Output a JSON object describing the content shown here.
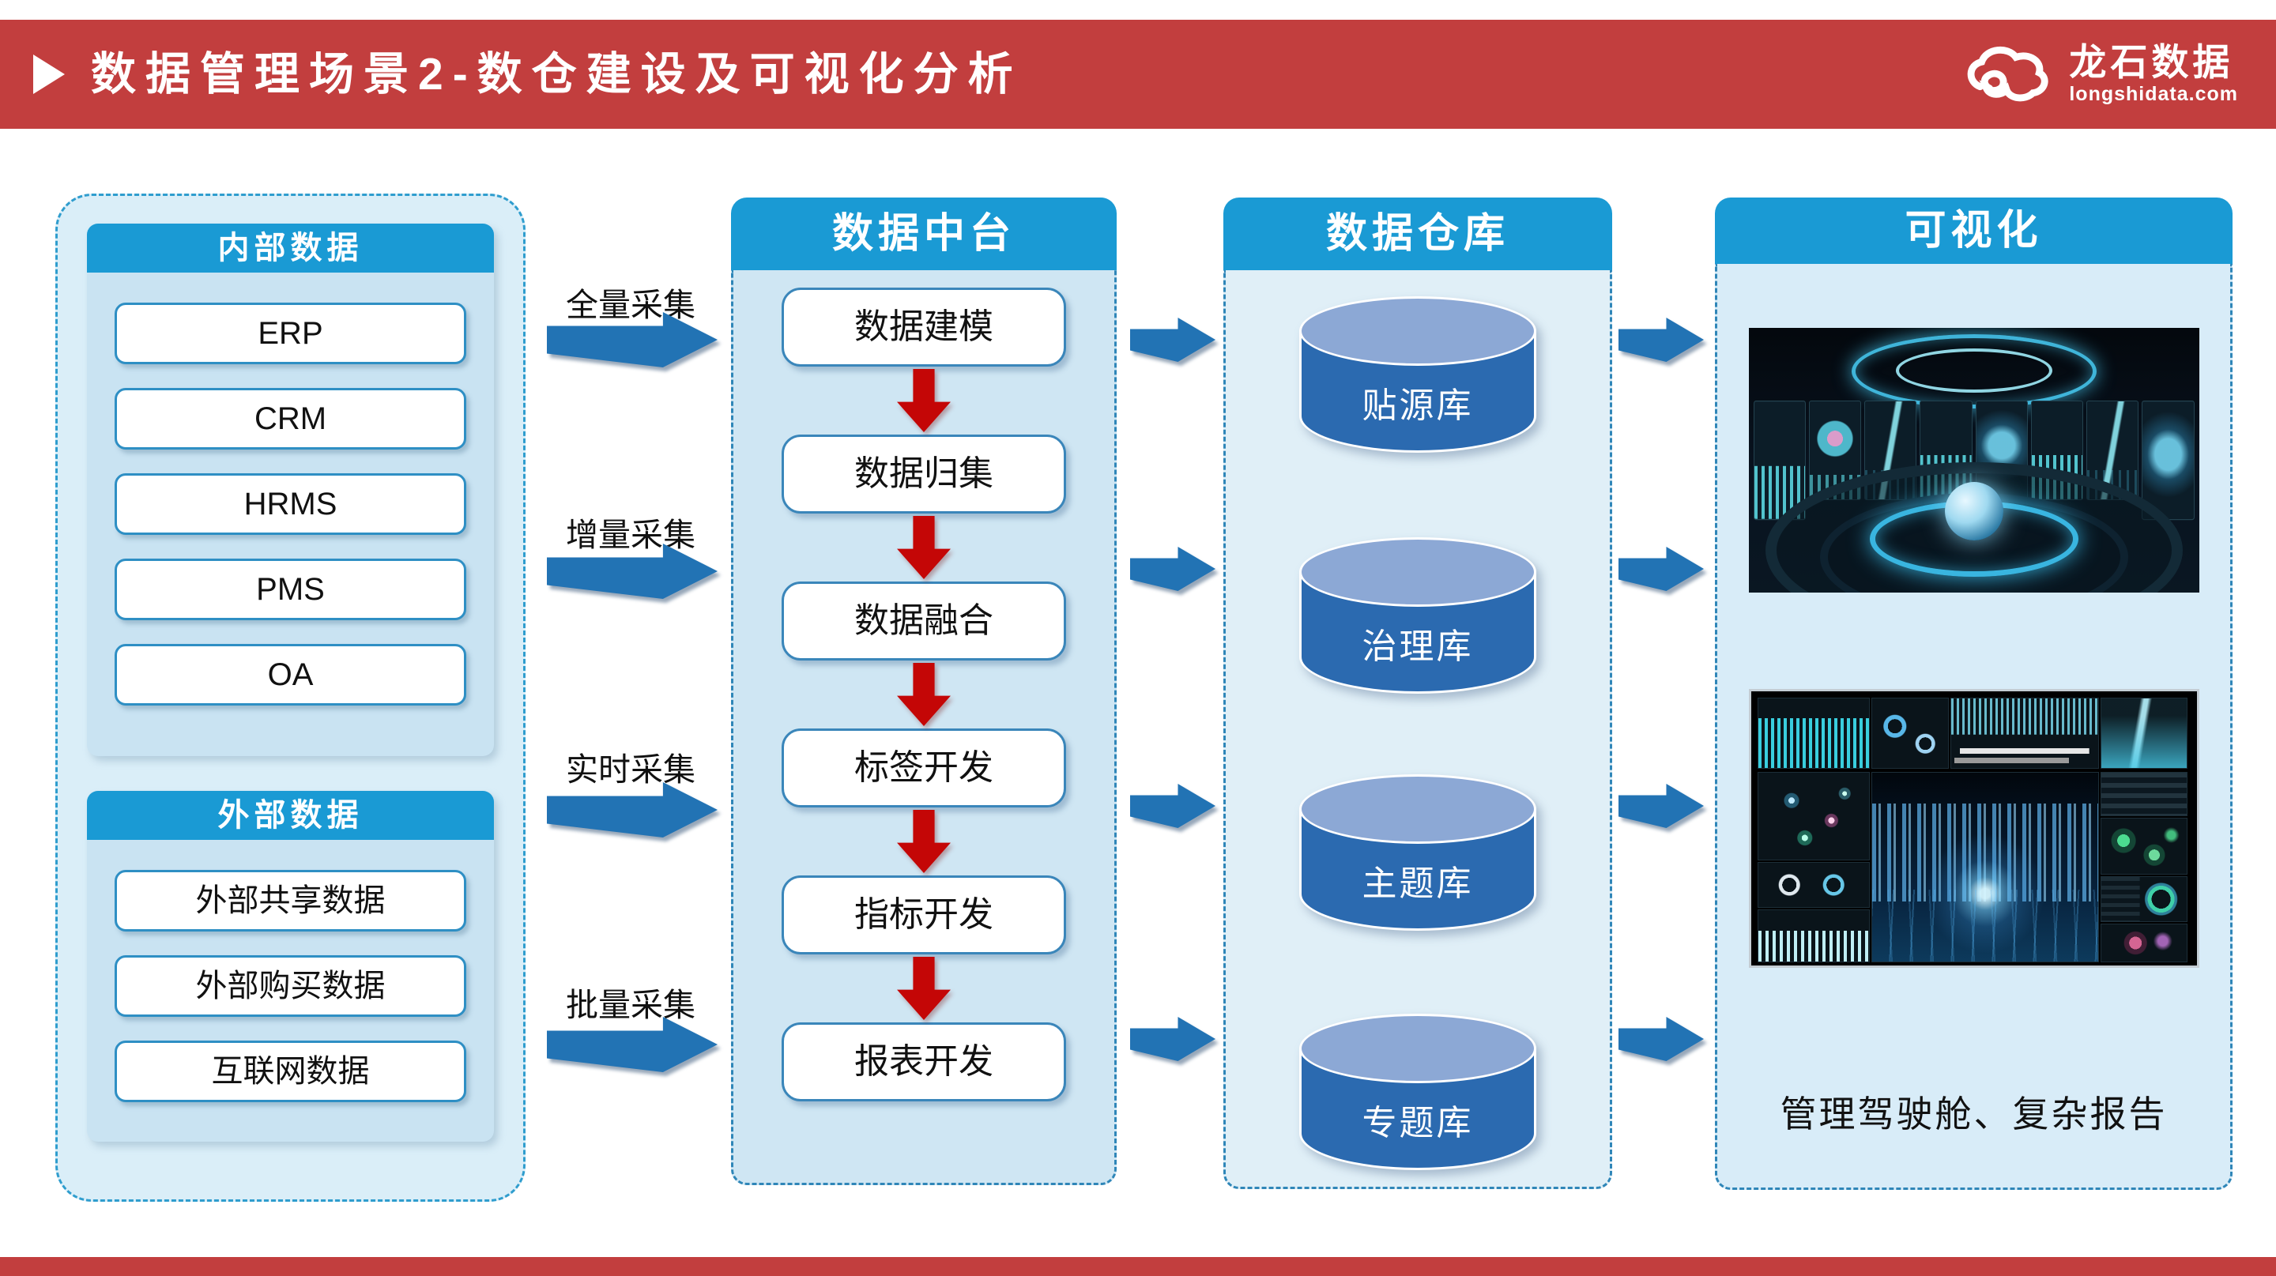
{
  "header": {
    "title": "数据管理场景2-数仓建设及可视化分析",
    "logo_name": "龙石数据",
    "logo_domain": "longshidata.com"
  },
  "colors": {
    "brand_red": "#c23e3e",
    "panel_header_blue": "#1a9ad4",
    "panel_body_blue": "#cfe6f3",
    "flow_arrow_blue": "#2273b4",
    "step_arrow_red": "#c40606",
    "cylinder_body_blue": "#2b6ab0",
    "cylinder_top_blue": "#8ca8d5"
  },
  "sources": {
    "internal": {
      "header": "内部数据",
      "items": [
        "ERP",
        "CRM",
        "HRMS",
        "PMS",
        "OA"
      ]
    },
    "external": {
      "header": "外部数据",
      "items": [
        "外部共享数据",
        "外部购买数据",
        "互联网数据"
      ]
    }
  },
  "collection": {
    "labels": [
      "全量采集",
      "增量采集",
      "实时采集",
      "批量采集"
    ]
  },
  "platform": {
    "header": "数据中台",
    "steps": [
      "数据建模",
      "数据归集",
      "数据融合",
      "标签开发",
      "指标开发",
      "报表开发"
    ]
  },
  "warehouse": {
    "header": "数据仓库",
    "stores": [
      "贴源库",
      "治理库",
      "主题库",
      "专题库"
    ]
  },
  "visualization": {
    "header": "可视化",
    "caption": "管理驾驶舱、复杂报告"
  }
}
